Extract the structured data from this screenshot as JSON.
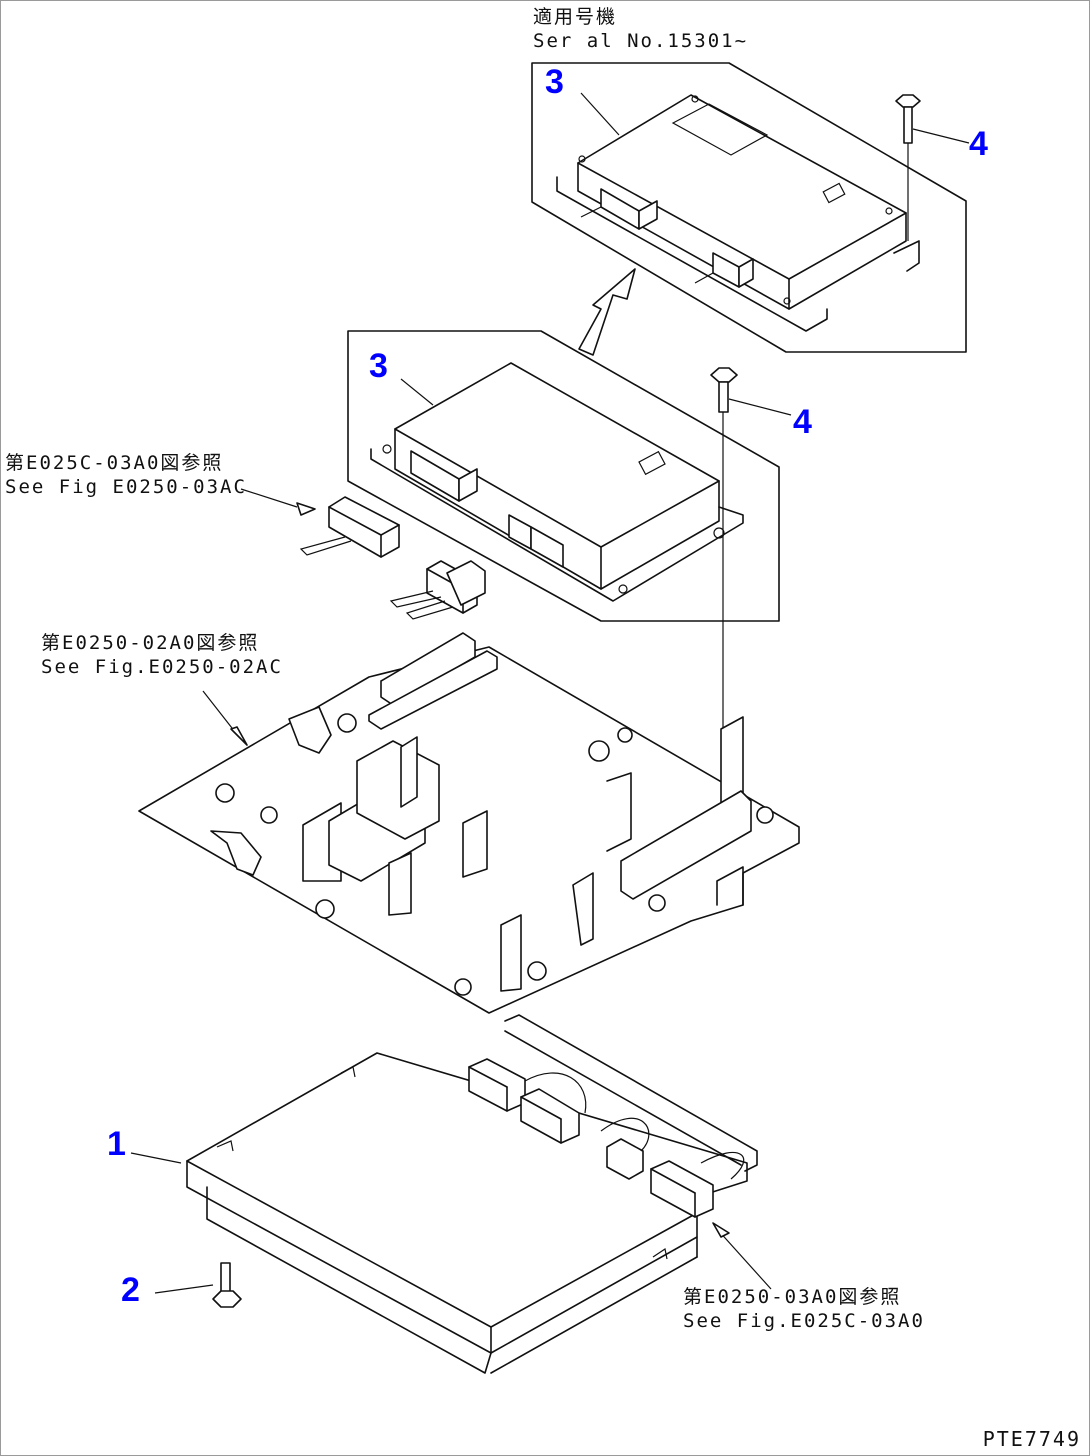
{
  "colors": {
    "callout": "#0000ff",
    "line": "#111111",
    "background": "#ffffff"
  },
  "serial_note": {
    "line1": "適用号機",
    "line2": "Ser al No.15301~"
  },
  "refs": {
    "ref_03a_top": {
      "jp": "第E025C-03A0図参照",
      "en": "See Fig E0250-03AC"
    },
    "ref_02a": {
      "jp": "第E0250-02A0図参照",
      "en": "See Fig.E0250-02AC"
    },
    "ref_03a_bottom": {
      "jp": "第E0250-03A0図参照",
      "en": "See Fig.E025C-03A0"
    }
  },
  "callouts": {
    "c3_top": "3",
    "c4_top": "4",
    "c3_mid": "3",
    "c4_mid": "4",
    "c1": "1",
    "c2": "2"
  },
  "drawing_number": "PTE7749"
}
